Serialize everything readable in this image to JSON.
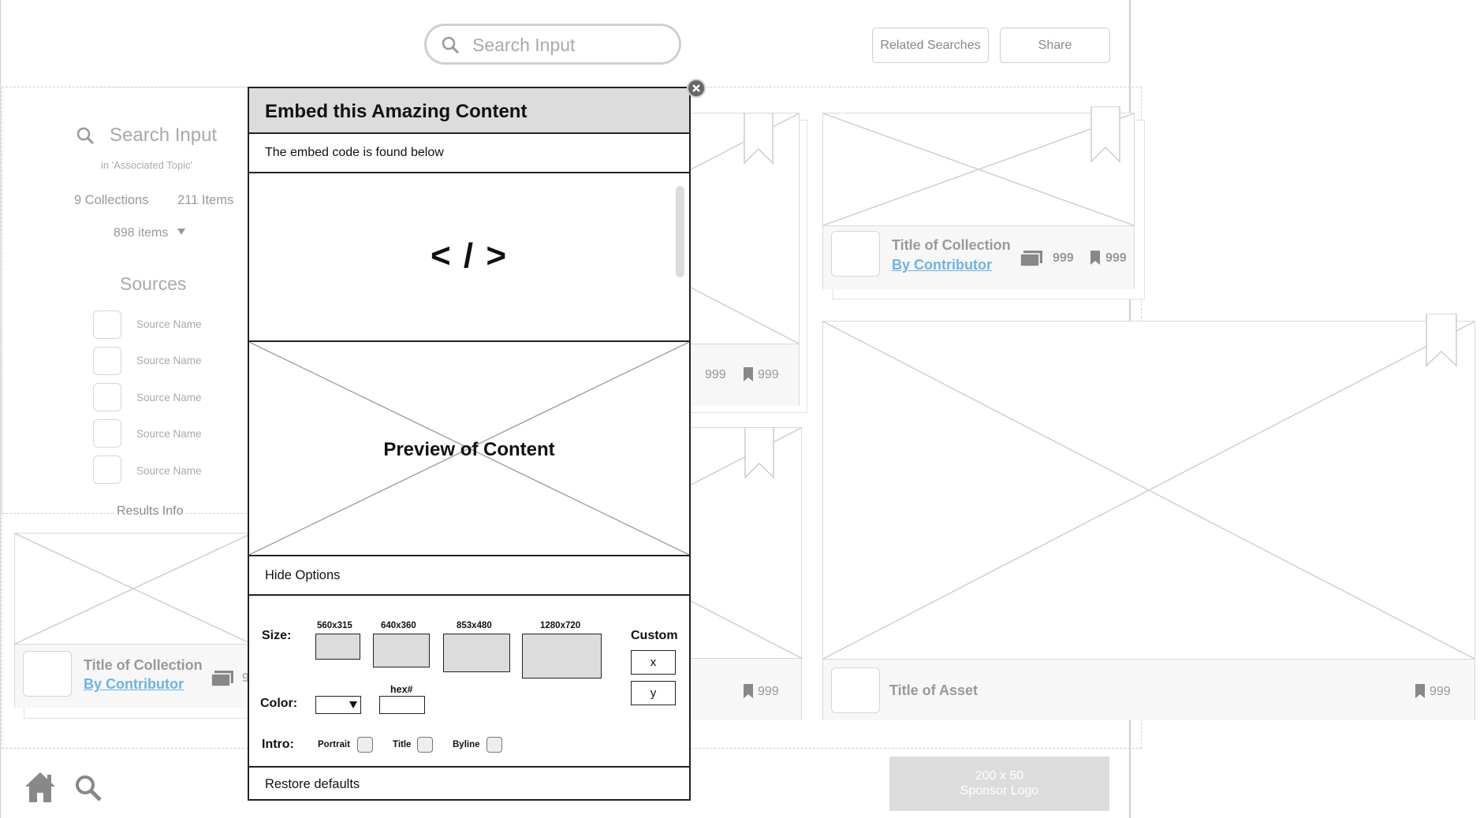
{
  "header": {
    "search_placeholder": "Search Input",
    "related_searches": "Related Searches",
    "share": "Share"
  },
  "sidebar": {
    "search_placeholder": "Search Input",
    "scope": "in 'Associated Topic'",
    "collections_count": "9 Collections",
    "items_count": "211 Items",
    "sort_label": "898 items",
    "sources_heading": "Sources",
    "sources": [
      "Source Name",
      "Source Name",
      "Source Name",
      "Source Name",
      "Source Name"
    ],
    "results_info": "Results Info"
  },
  "cards": {
    "collection_right": {
      "title": "Title of Collection",
      "contributor": "By Contributor",
      "items": "999",
      "saves": "999"
    },
    "collection_left": {
      "title": "Title of Collection",
      "contributor": "By Contributor",
      "items": "9"
    },
    "mid_top": {
      "items": "999",
      "saves": "999"
    },
    "mid_bottom": {
      "saves": "999"
    },
    "asset": {
      "title": "Title of Asset",
      "saves": "999"
    }
  },
  "sponsor": {
    "size": "200 x 50",
    "label": "Sponsor Logo"
  },
  "modal": {
    "title": "Embed this Amazing Content",
    "subtitle": "The embed code is found below",
    "code_glyph": "< / >",
    "preview": "Preview of Content",
    "hide_options": "Hide Options",
    "size_label": "Size:",
    "sizes": [
      "560x315",
      "640x360",
      "853x480",
      "1280x720"
    ],
    "custom_label": "Custom",
    "custom_x": "x",
    "custom_y": "y",
    "color_label": "Color:",
    "hex_label": "hex#",
    "intro_label": "Intro:",
    "intro_options": [
      "Portrait",
      "Title",
      "Byline"
    ],
    "restore": "Restore defaults"
  },
  "colors": {
    "link": "#6fb3e6",
    "placeholder_gray": "#dcdcdc",
    "wire_border": "#d9d9d9"
  }
}
